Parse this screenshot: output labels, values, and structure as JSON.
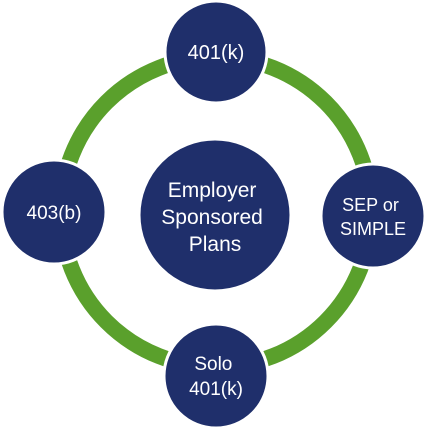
{
  "diagram": {
    "center": {
      "lines": [
        "Employer",
        "Sponsored",
        "Plans"
      ]
    },
    "nodes": {
      "top": {
        "lines": [
          "401(k)"
        ]
      },
      "right": {
        "lines": [
          "SEP or",
          "SIMPLE"
        ]
      },
      "bottom": {
        "lines": [
          "Solo",
          "401(k)"
        ]
      },
      "left": {
        "lines": [
          "403(b)"
        ]
      }
    }
  },
  "colors": {
    "circle_fill": "#1f2f6b",
    "circle_stroke": "#ffffff",
    "ring": "#5aa02c",
    "text": "#ffffff"
  }
}
